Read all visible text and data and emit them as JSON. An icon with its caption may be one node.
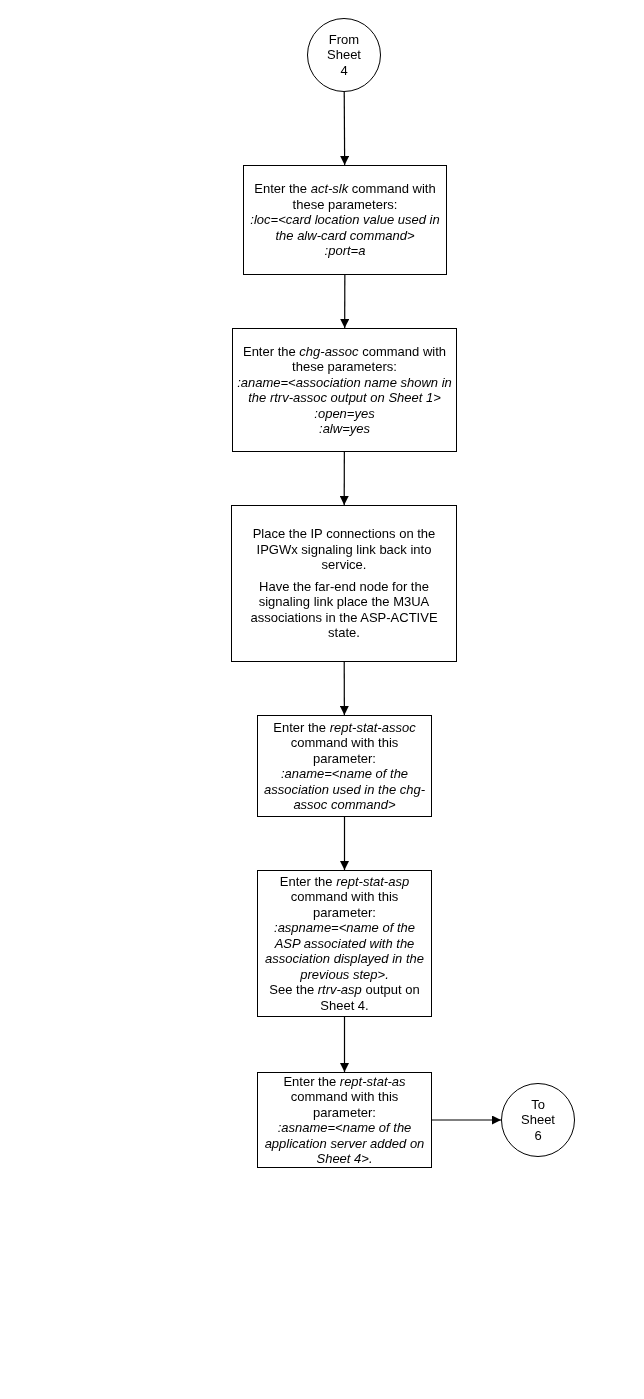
{
  "diagram": {
    "nodes": [
      {
        "text": [
          "From Sheet 4"
        ]
      },
      {
        "text": [
          "Enter the *act-slk* command with these parameters:",
          ":loc=<card location value used in the alw-card command>",
          ":port=a"
        ]
      },
      {
        "text": [
          "Enter the *chg-assoc* command with these parameters:",
          ":aname=<association name shown in the rtrv-assoc output on Sheet 1>",
          ":open=yes",
          ":alw=yes"
        ]
      },
      {
        "text": [
          "Place the IP connections on the IPGWx signaling link back into service.",
          "Have the far-end node for the signaling link place the M3UA associations in the ASP-ACTIVE state."
        ]
      },
      {
        "text": [
          "Enter the *rept-stat-assoc* command with this parameter:",
          ":aname=<name of the association used in the chg-assoc command>"
        ]
      },
      {
        "text": [
          "Enter the *rept-stat-asp* command with this parameter:",
          ":aspname=<name of the ASP associated with the association displayed in the previous step>.",
          "See the *rtrv-asp* output on Sheet 4."
        ]
      },
      {
        "text": [
          "Enter the *rept-stat-as* command with this parameter:",
          ":asname=<name of the application server added on Sheet 4>."
        ]
      },
      {
        "text": [
          "To Sheet 6"
        ]
      }
    ],
    "edges": [
      {
        "from": 0,
        "to": 1,
        "arrow": "to"
      },
      {
        "from": 1,
        "to": 2,
        "arrow": "to"
      },
      {
        "from": 2,
        "to": 3,
        "arrow": "to"
      },
      {
        "from": 3,
        "to": 4,
        "arrow": "to"
      },
      {
        "from": 4,
        "to": 5,
        "arrow": "to"
      },
      {
        "from": 5,
        "to": 6,
        "arrow": "to"
      },
      {
        "from": 6,
        "to": 7,
        "arrow": "to"
      }
    ]
  }
}
